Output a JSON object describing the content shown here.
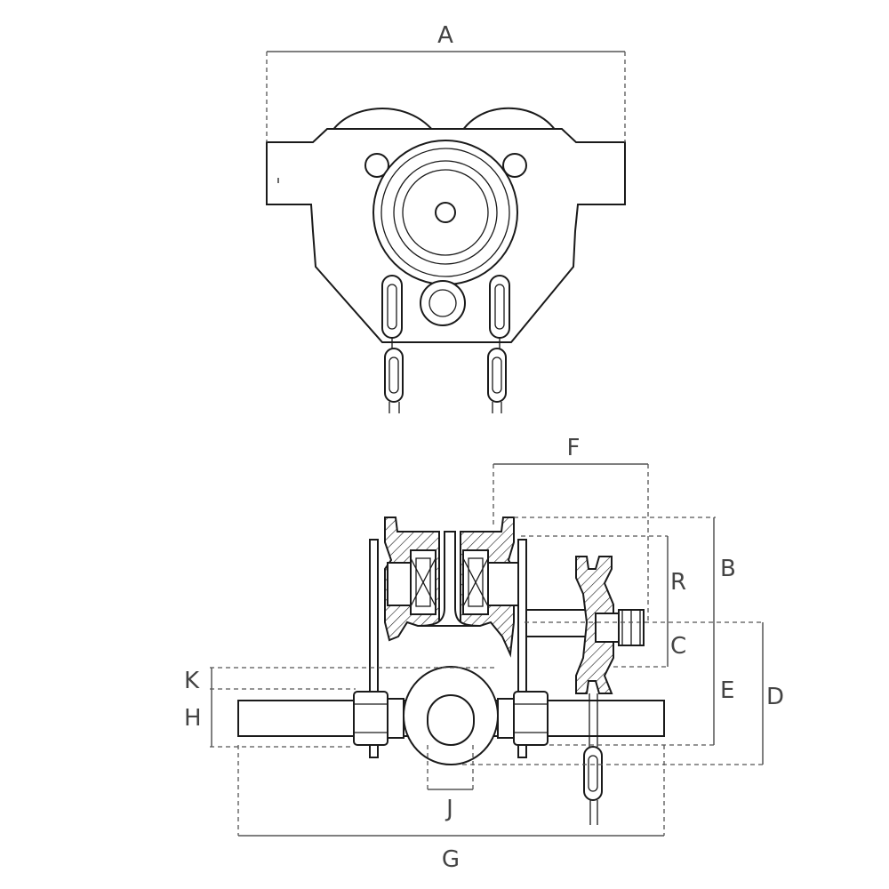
{
  "labels": {
    "A": "A",
    "B": "B",
    "C": "C",
    "D": "D",
    "E": "E",
    "F": "F",
    "G": "G",
    "H": "H",
    "J": "J",
    "K": "K",
    "R": "R"
  }
}
